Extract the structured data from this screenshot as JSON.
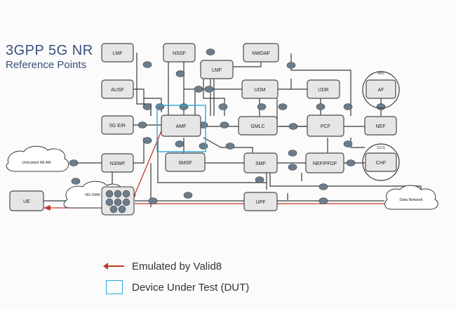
{
  "title": {
    "line1": "3GPP 5G NR",
    "line2": "Reference Points"
  },
  "nodes": {
    "lmf_left": "LMF",
    "nssf": "NSSF",
    "nwdaf": "NWDAF",
    "lmf_center": "LMF",
    "ausf": "AUSF",
    "udm": "UDM",
    "udr": "UDR",
    "eir": "5G EIR",
    "amf": "AMF",
    "gmlc": "GMLC",
    "pcf": "PCF",
    "nef": "NEF",
    "n3iwf": "N3IWF",
    "smsf": "SMSF",
    "smf": "SMF",
    "nef_pfdf": "NEF/PFDF",
    "ue": "UE",
    "upf": "UPF",
    "af": "AF",
    "chf": "CHF"
  },
  "group_labels": {
    "ims": "IMS",
    "ccs": "CCS"
  },
  "clouds": {
    "untrusted_wlan": "Untrusted WLAN",
    "ng_ran": "NG RAN",
    "data_network": "Data Network"
  },
  "legend": {
    "emulated": "Emulated by Valid8",
    "dut": "Device Under Test (DUT)"
  },
  "colors": {
    "title": "#3a4f7a",
    "node_fill": "#e6e6e6",
    "node_stroke": "#4a4a4a",
    "line": "#3a3a3a",
    "emulated_arrow": "#c0392b",
    "dut_box": "#29a9d6",
    "interface_dot": "#6b7d8c"
  }
}
